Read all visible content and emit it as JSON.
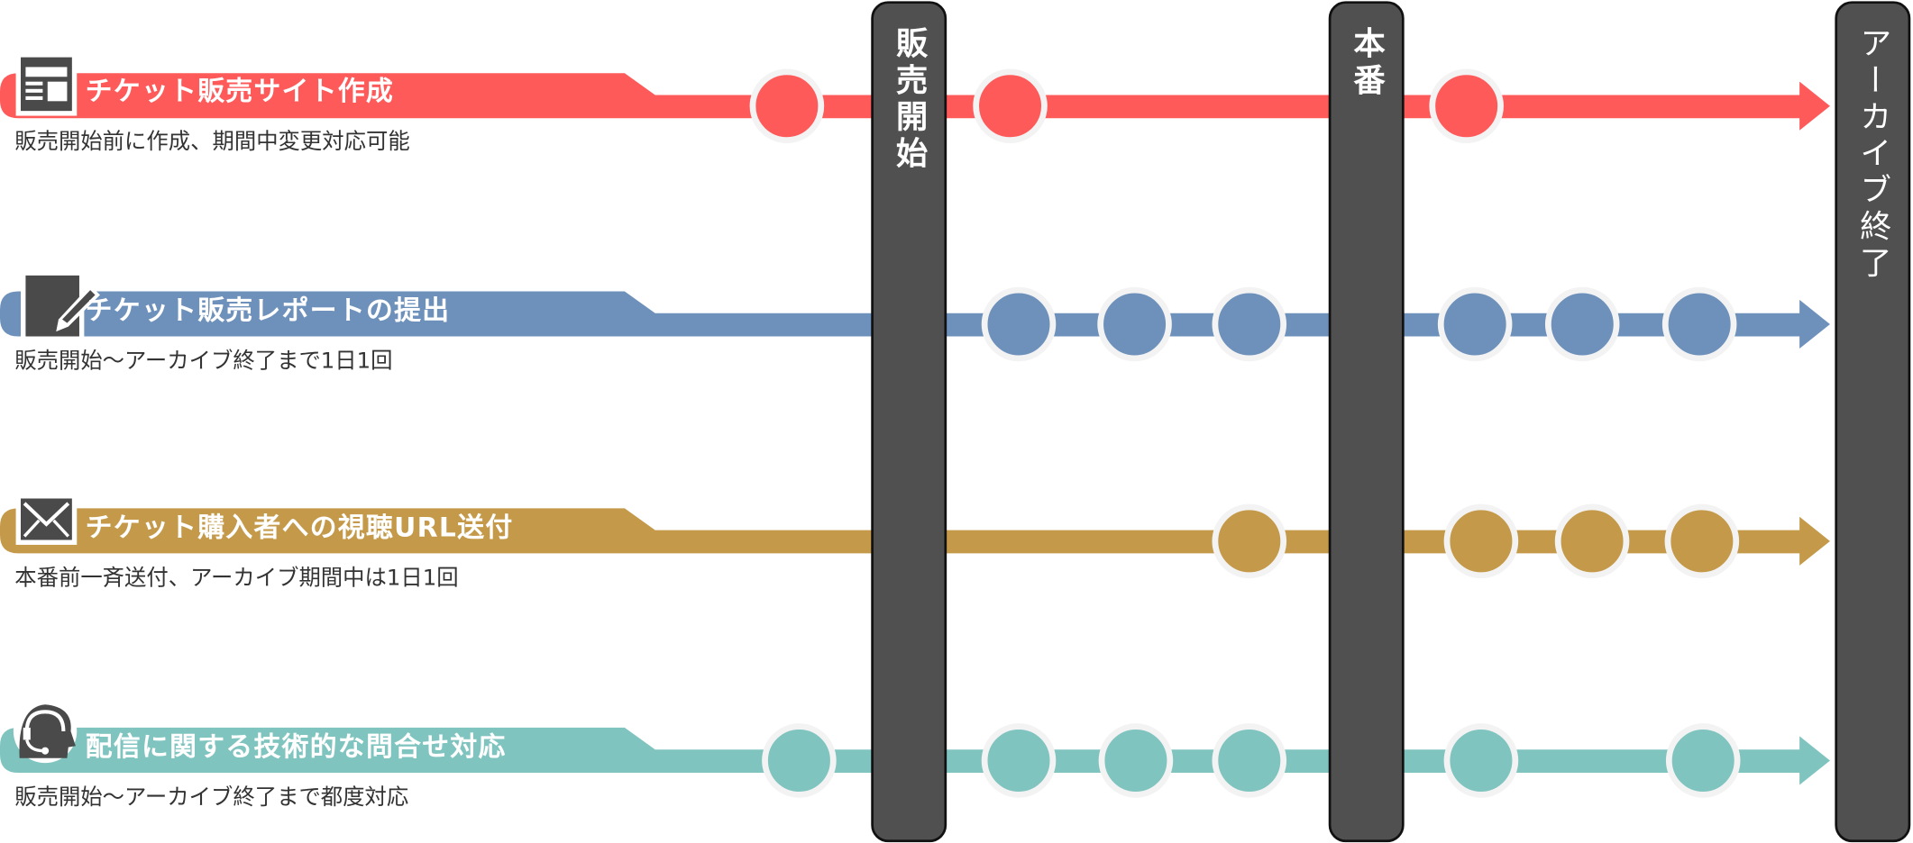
{
  "milestones": [
    {
      "label": "販売開始"
    },
    {
      "label": "本番"
    },
    {
      "label": "アーカイブ終了"
    }
  ],
  "rows": [
    {
      "title": "チケット販売サイト作成",
      "subtitle": "販売開始前に作成、期間中変更対応可能",
      "icon": "web-layout-icon",
      "color": "#ff5a5a"
    },
    {
      "title": "チケット販売レポートの提出",
      "subtitle": "販売開始～アーカイブ終了まで1日1回",
      "icon": "notepad-pencil-icon",
      "color": "#6e91bb"
    },
    {
      "title": "チケット購入者への視聴URL送付",
      "subtitle": "本番前一斉送付、アーカイブ期間中は1日1回",
      "icon": "envelope-icon",
      "color": "#c49a4a"
    },
    {
      "title": "配信に関する技術的な問合せ対応",
      "subtitle": "販売開始～アーカイブ終了まで都度対応",
      "icon": "headset-support-icon",
      "color": "#80c4c0"
    }
  ],
  "colors": {
    "milestone_bar": "#505050",
    "icon": "#4a4a4a",
    "dot_ring": "#f3f3f3"
  }
}
